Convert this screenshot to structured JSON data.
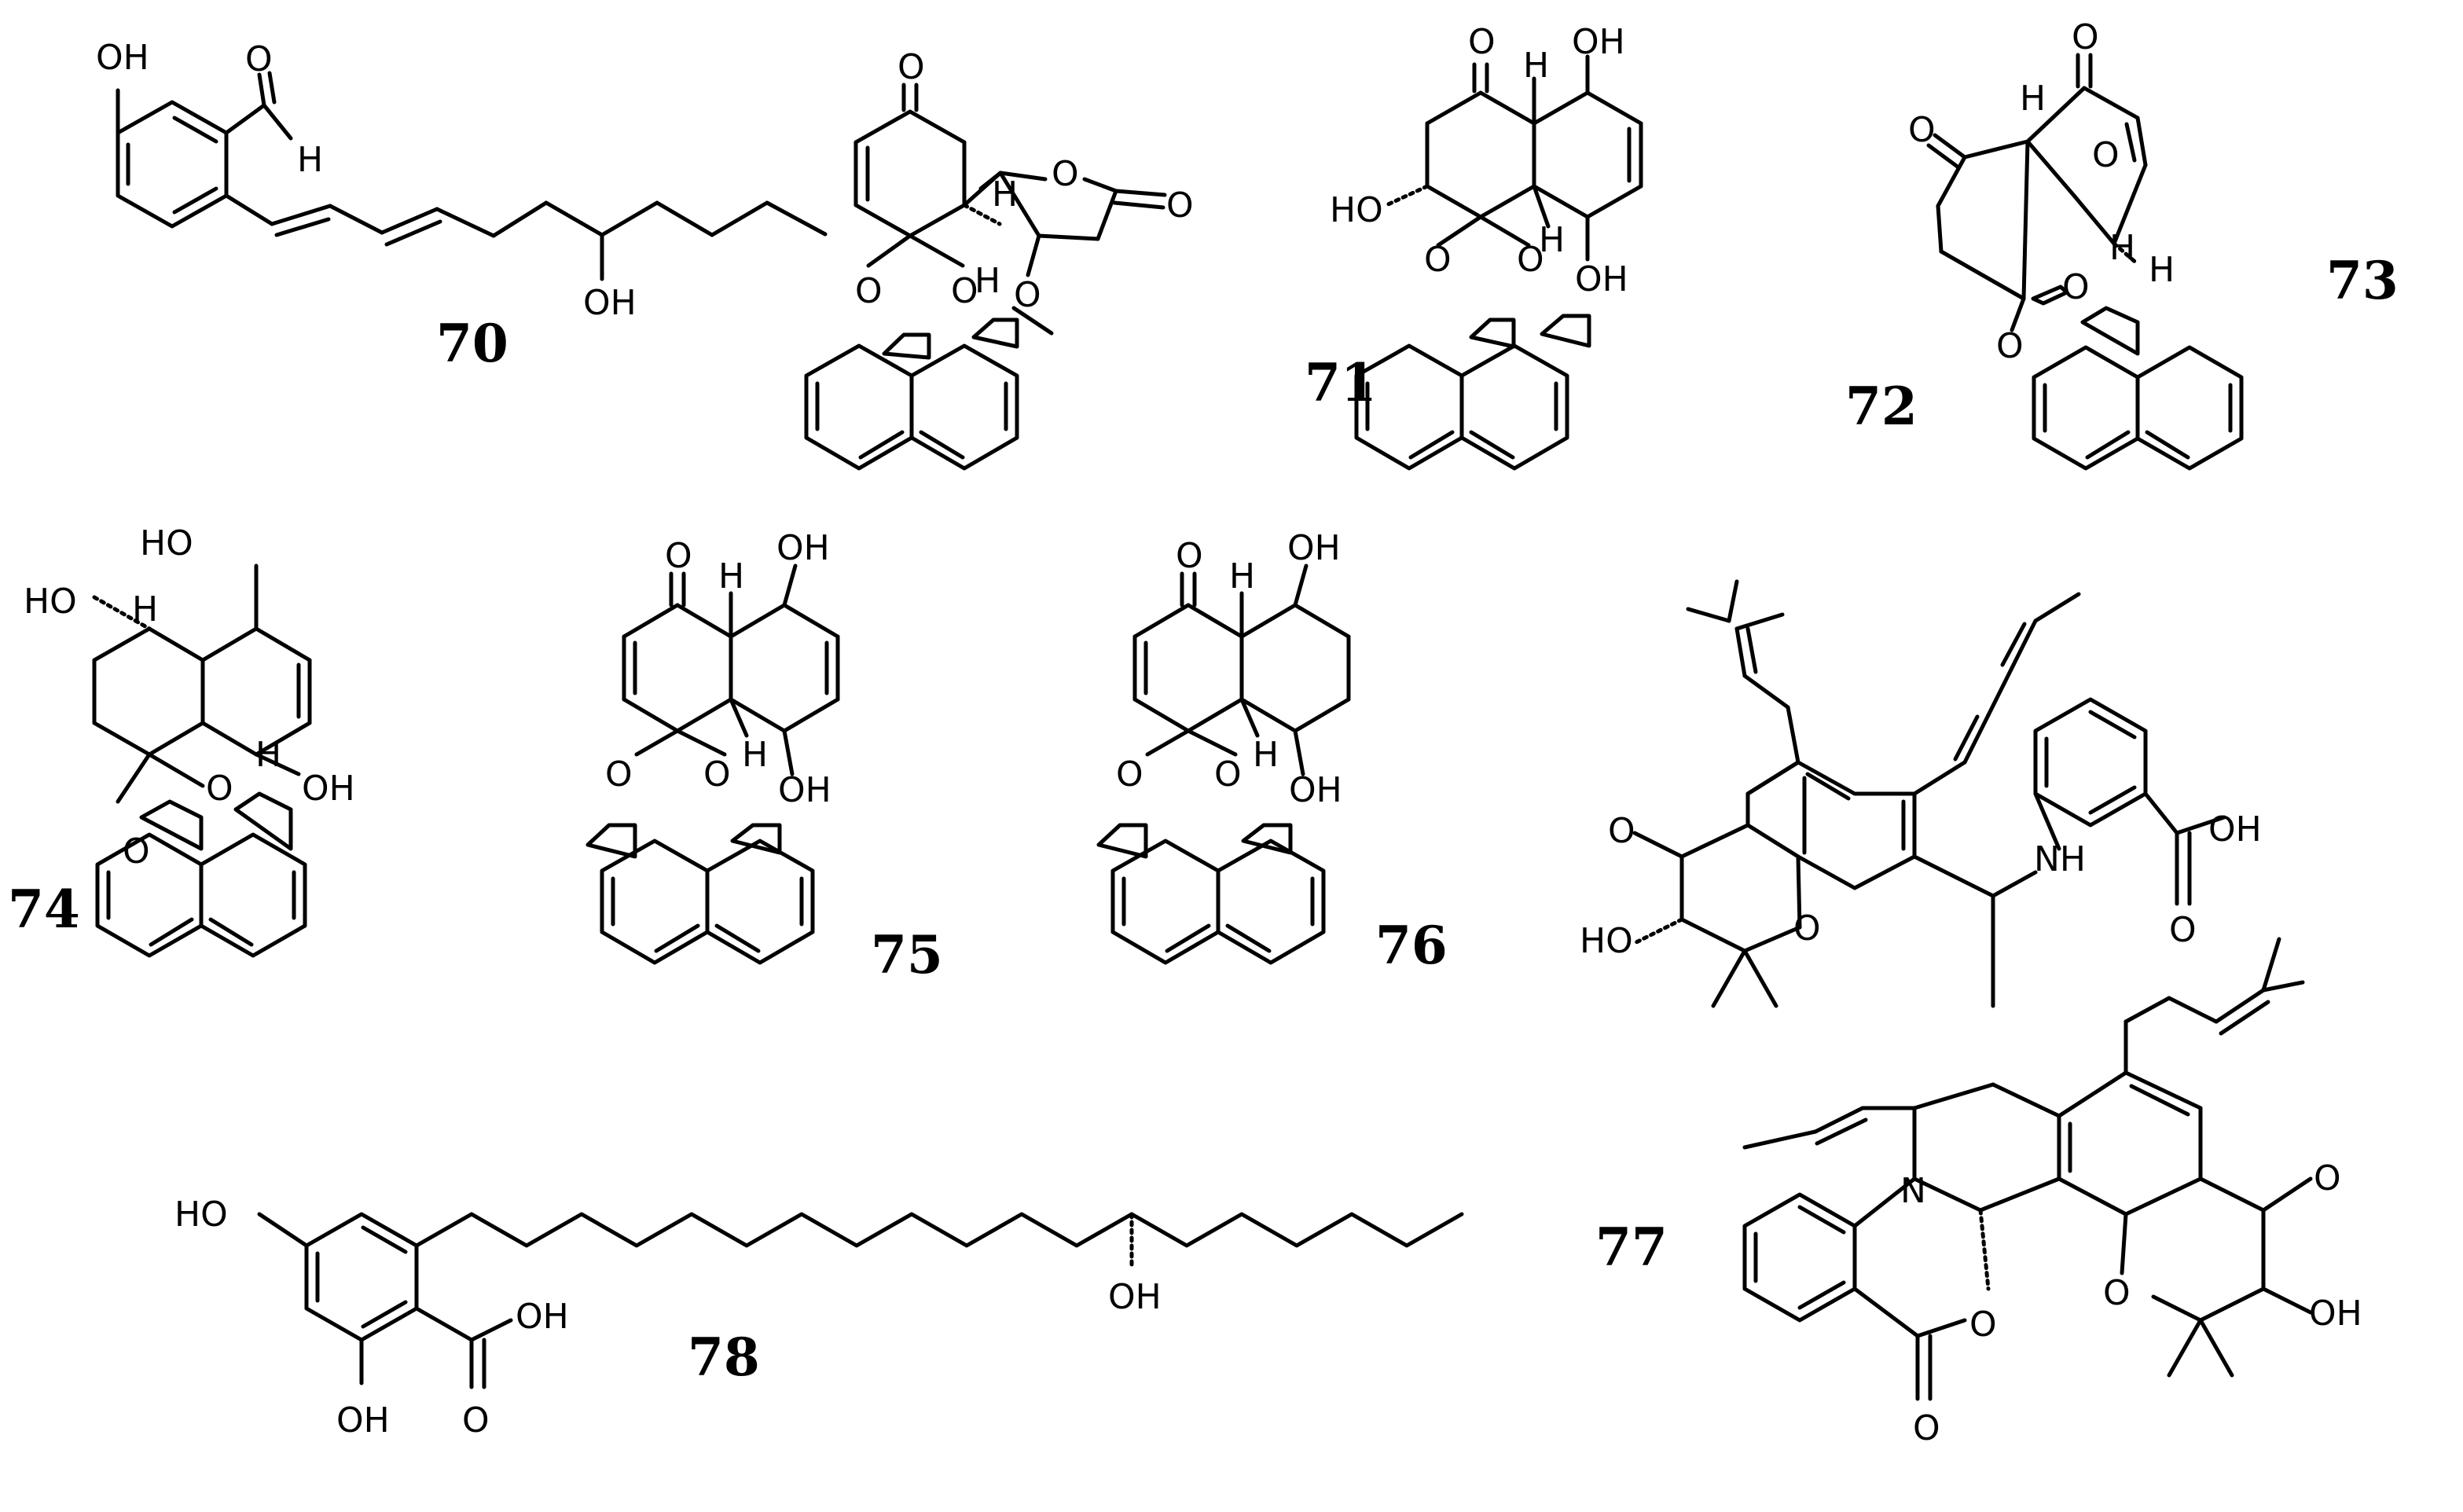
{
  "figure": {
    "line_color": "#000000",
    "background": "#ffffff",
    "compounds": [
      {
        "id": "70",
        "label": "70",
        "atoms": [
          "OH",
          "O",
          "H",
          "OH"
        ]
      },
      {
        "id": "71",
        "label": "71",
        "atoms": [
          "O",
          "H",
          "O",
          "O",
          "H",
          "O",
          "O",
          "O"
        ]
      },
      {
        "id": "72",
        "label": "72",
        "atoms": [
          "O",
          "H",
          "OH",
          "HO",
          "H",
          "OH",
          "O",
          "O"
        ]
      },
      {
        "id": "73",
        "label": "73",
        "atoms": [
          "O",
          "O",
          "H",
          "O",
          "H",
          "H",
          "O",
          "O"
        ]
      },
      {
        "id": "74",
        "label": "74",
        "atoms": [
          "HO",
          "HO",
          "H",
          "H",
          "OH",
          "O",
          "O"
        ]
      },
      {
        "id": "75",
        "label": "75",
        "atoms": [
          "O",
          "H",
          "OH",
          "H",
          "OH",
          "O",
          "O"
        ]
      },
      {
        "id": "76",
        "label": "76",
        "atoms": [
          "O",
          "H",
          "OH",
          "H",
          "OH",
          "O",
          "O"
        ]
      },
      {
        "id": "77",
        "label": "77",
        "atoms": [
          "OH",
          "O",
          "NH",
          "O",
          "HO",
          "O",
          "N",
          "O",
          "O",
          "O",
          "OH",
          "O"
        ]
      },
      {
        "id": "78",
        "label": "78",
        "atoms": [
          "HO",
          "OH",
          "OH",
          "O",
          "OH"
        ]
      }
    ]
  }
}
